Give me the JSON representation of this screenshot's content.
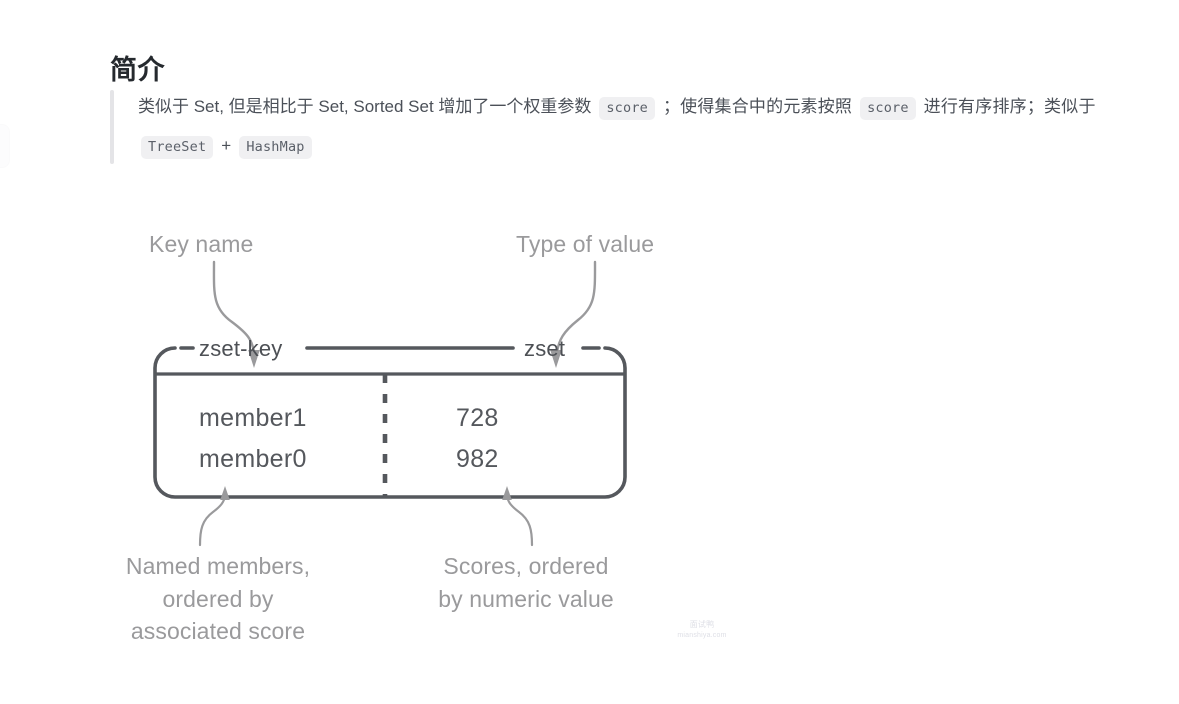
{
  "page": {
    "title": "简介"
  },
  "quote": {
    "segments": [
      {
        "type": "text",
        "value": "类似于 Set, 但是相比于 Set, Sorted Set 增加了一个权重参数 "
      },
      {
        "type": "code",
        "value": "score"
      },
      {
        "type": "text",
        "value": "；使得集合中的元素按照 "
      },
      {
        "type": "code",
        "value": "score"
      },
      {
        "type": "text",
        "value": " 进行有序排序；类似于 "
      },
      {
        "type": "code",
        "value": "TreeSet"
      },
      {
        "type": "text",
        "value": " + "
      },
      {
        "type": "code",
        "value": "HashMap"
      }
    ],
    "line1_before_code1": "类似于 Set, 但是相比于 Set, Sorted Set 增加了一个权重参数",
    "code_score_1": "score",
    "line1_mid": "；使得集合中的元素按照",
    "code_score_2": "score",
    "line1_after": "进行有序排序；类似于",
    "code_treeset": "TreeSet",
    "plus": "+",
    "code_hashmap": "HashMap"
  },
  "diagram": {
    "callouts": {
      "key_name": "Key name",
      "type_of_value": "Type of value",
      "members_note": "Named members,\nordered by\nassociated score",
      "scores_note": "Scores, ordered\nby numeric value"
    },
    "box": {
      "key_label": "zset-key",
      "type_label": "zset",
      "rows": [
        {
          "member": "member1",
          "score": "728"
        },
        {
          "member": "member0",
          "score": "982"
        }
      ]
    },
    "colors": {
      "box_stroke": "#55585d",
      "callout_text": "#9a9a9c",
      "arrow": "#9a9a9c",
      "cell_text": "#55585d"
    }
  },
  "watermark": {
    "brand": "面试鸭",
    "site": "mianshiya.com"
  }
}
